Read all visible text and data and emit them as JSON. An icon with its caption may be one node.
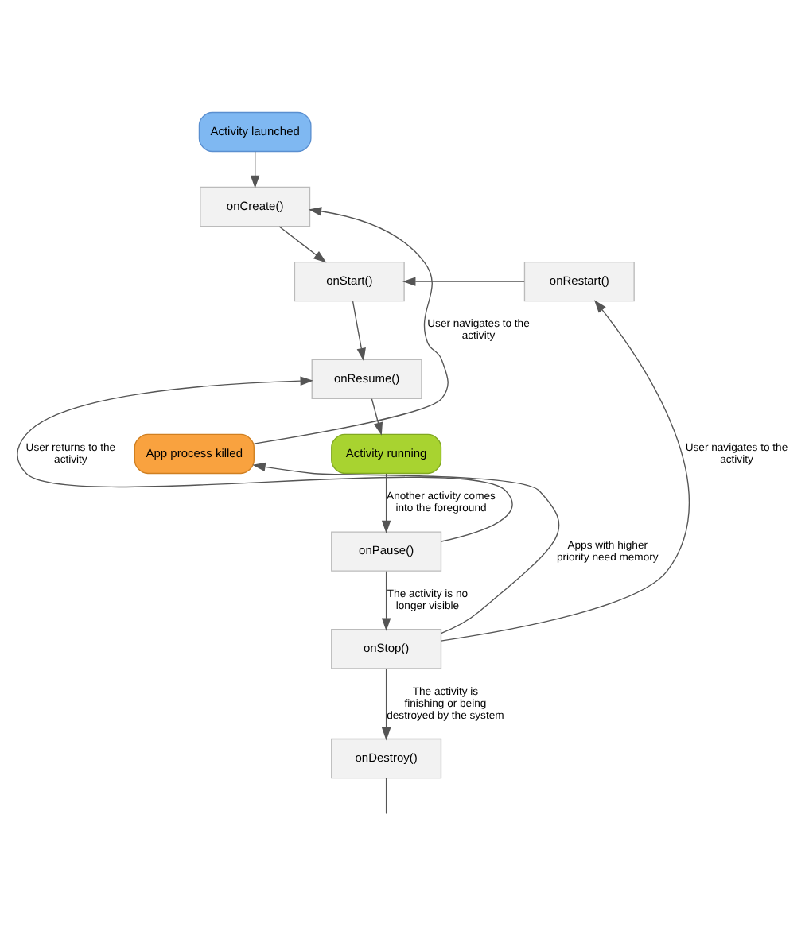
{
  "diagram": {
    "nodes": [
      {
        "text": [
          "Activity launched"
        ]
      },
      {
        "text": [
          "onCreate()"
        ]
      },
      {
        "text": [
          "onStart()"
        ]
      },
      {
        "text": [
          "onRestart()"
        ]
      },
      {
        "text": [
          "onResume()"
        ]
      },
      {
        "text": [
          "App process killed"
        ]
      },
      {
        "text": [
          "Activity running"
        ]
      },
      {
        "text": [
          "onPause()"
        ]
      },
      {
        "text": [
          "onStop()"
        ]
      },
      {
        "text": [
          "onDestroy()"
        ]
      }
    ],
    "edges": [
      {
        "from": 0,
        "to": 1,
        "arrow": "to"
      },
      {
        "from": 1,
        "to": 2,
        "arrow": "to"
      },
      {
        "from": 2,
        "to": 4,
        "arrow": "to"
      },
      {
        "from": 3,
        "to": 2,
        "arrow": "to"
      },
      {
        "from": 4,
        "to": 6,
        "arrow": "to"
      },
      {
        "from": 5,
        "to": 1,
        "arrow": "to",
        "label": "User navigates to the activity"
      },
      {
        "from": 6,
        "to": 7,
        "arrow": "to",
        "label": "Another activity comes into the foreground"
      },
      {
        "from": 7,
        "to": 4,
        "arrow": "to",
        "label": "User returns to the activity"
      },
      {
        "from": 7,
        "to": 8,
        "arrow": "to",
        "label": "The activity is no longer visible"
      },
      {
        "from": 8,
        "to": 5,
        "arrow": "to",
        "label": "Apps with higher priority need memory"
      },
      {
        "from": 8,
        "to": 3,
        "arrow": "to",
        "label": "User navigates to the activity"
      },
      {
        "from": 8,
        "to": 9,
        "arrow": "to",
        "label": "The activity is finishing or being destroyed by the system"
      },
      {
        "from": 9,
        "to": null,
        "arrow": "none"
      }
    ]
  }
}
